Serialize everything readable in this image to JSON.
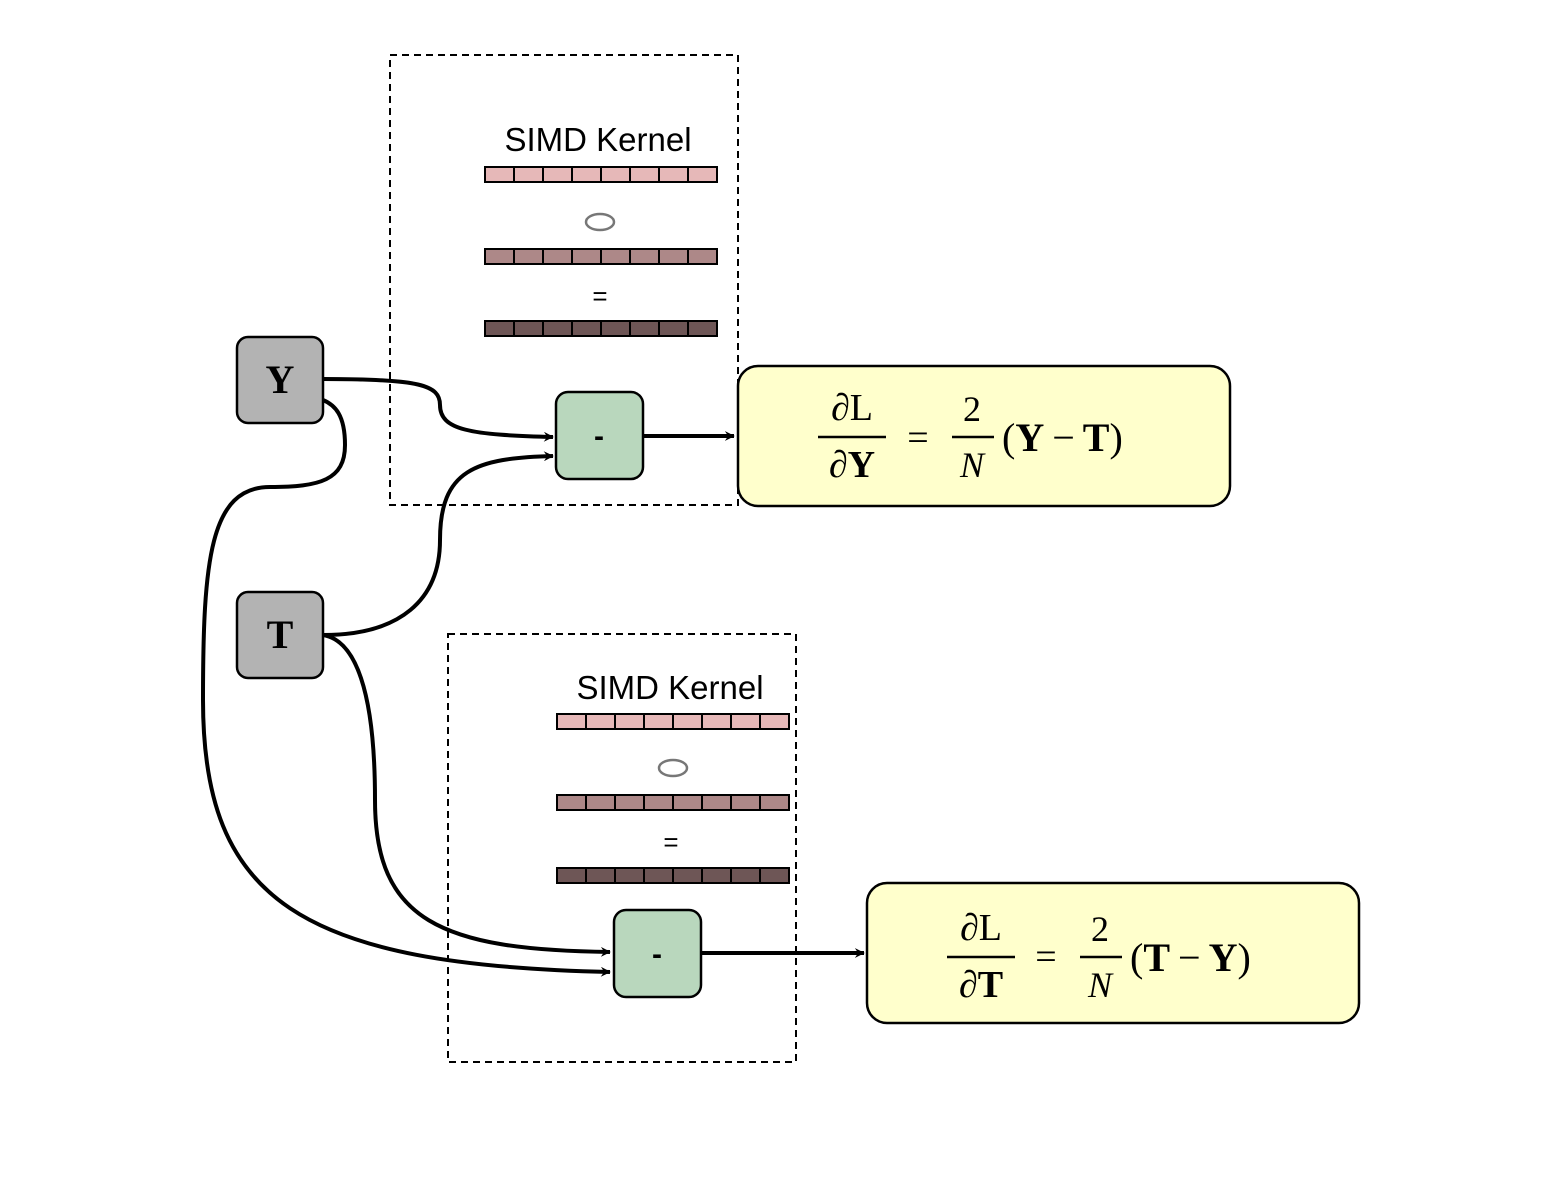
{
  "inputs": {
    "y": {
      "label": "Y"
    },
    "t": {
      "label": "T"
    }
  },
  "kernels": [
    {
      "title": "SIMD Kernel",
      "op_symbol": "○",
      "eq_symbol": "=",
      "node_label": "-"
    },
    {
      "title": "SIMD Kernel",
      "op_symbol": "○",
      "eq_symbol": "=",
      "node_label": "-"
    }
  ],
  "formulas": [
    {
      "num": "∂L",
      "den_d": "∂",
      "den_v": "Y",
      "eq": "=",
      "coef_num": "2",
      "coef_den": "N",
      "lp": "(",
      "a": "Y",
      "minus": "−",
      "b": "T",
      "rp": ")"
    },
    {
      "num": "∂L",
      "den_d": "∂",
      "den_v": "T",
      "eq": "=",
      "coef_num": "2",
      "coef_den": "N",
      "lp": "(",
      "a": "T",
      "minus": "−",
      "b": "Y",
      "rp": ")"
    }
  ],
  "colors": {
    "input_fill": "#b3b3b3",
    "op_fill": "#b9d7bd",
    "formula_fill": "#ffffcc",
    "vec1_fill": "#e6b8b8",
    "vec2_fill": "#ad8888",
    "vec3_fill": "#6e5656"
  }
}
